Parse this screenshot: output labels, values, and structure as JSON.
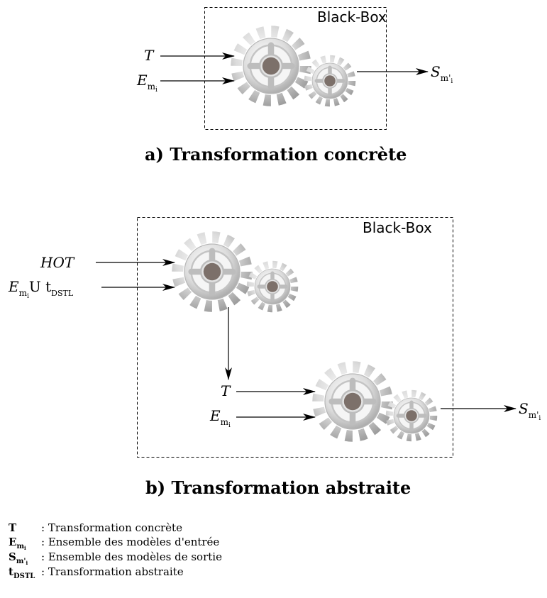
{
  "diagram_a": {
    "box_label": "Black-Box",
    "input_t": "T",
    "input_e": "E",
    "input_e_sub": "m",
    "input_e_subsub": "i",
    "output_s": "S",
    "output_s_sub": "m'",
    "output_s_subsub": "i",
    "title": "a) Transformation concrète"
  },
  "diagram_b": {
    "box_label": "Black-Box",
    "input_hot": "HOT",
    "input_e": "E",
    "input_e_sub": "m",
    "input_e_subsub": "i",
    "input_union": "U t",
    "input_union_sub": "DSTL",
    "inner_t": "T",
    "inner_e": "E",
    "inner_e_sub": "m",
    "inner_e_subsub": "i",
    "output_s": "S",
    "output_s_sub": "m'",
    "output_s_subsub": "i",
    "title": "b) Transformation abstraite"
  },
  "legend": [
    {
      "sym": "T",
      "sub": "",
      "subsub": "",
      "text": ": Transformation concrète"
    },
    {
      "sym": "E",
      "sub": "m",
      "subsub": "i",
      "text": ": Ensemble des modèles d'entrée"
    },
    {
      "sym": "S",
      "sub": "m'",
      "subsub": "i",
      "text": ": Ensemble des modèles de sortie"
    },
    {
      "sym": "t",
      "sub": "DSTL",
      "subsub": "",
      "text": ": Transformation abstraite"
    }
  ]
}
